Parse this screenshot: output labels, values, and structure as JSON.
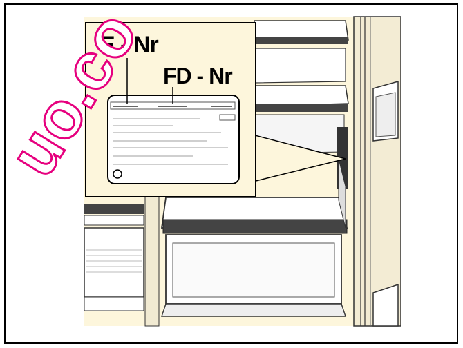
{
  "figure": {
    "labels": {
      "e_nr": "E - Nr",
      "fd_nr": "FD - Nr"
    },
    "watermark": {
      "text": "uo.co",
      "color": "#e6007e"
    },
    "colors": {
      "background_cream": "#fdf6dc",
      "shelf_dark": "#444444",
      "outline": "#000000"
    }
  }
}
